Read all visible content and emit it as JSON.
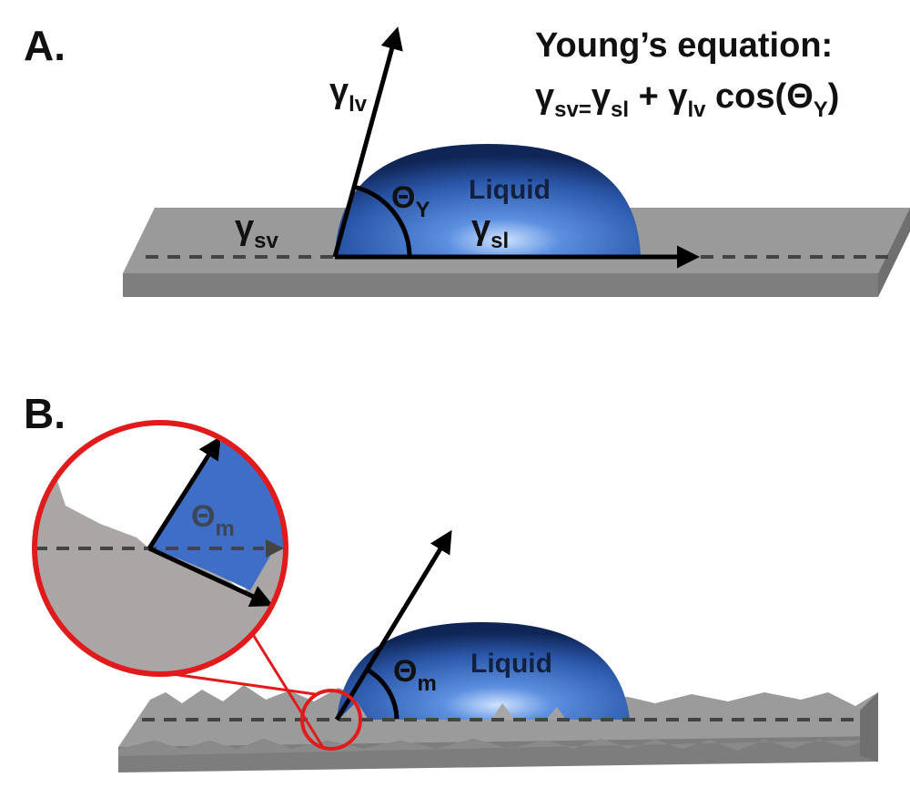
{
  "panel_a": {
    "label": "A.",
    "title": "Young’s equation:",
    "equation": {
      "g1": "γ",
      "s1": "sv",
      "eq": "=",
      "g2": "γ",
      "s2": "sl",
      "plus": " + ",
      "g3": "γ",
      "s3": "lv",
      "cos": " cos(",
      "theta": "Θ",
      "s4": "Y",
      "close": ")"
    },
    "gamma_lv": {
      "sym": "γ",
      "sub": "lv"
    },
    "gamma_sv": {
      "sym": "γ",
      "sub": "sv"
    },
    "gamma_sl": {
      "sym": "γ",
      "sub": "sl"
    },
    "theta": {
      "sym": "Θ",
      "sub": "Y"
    },
    "liquid_label": "Liquid"
  },
  "panel_b": {
    "label": "B.",
    "theta_inset": {
      "sym": "Θ",
      "sub": "m"
    },
    "theta_main": {
      "sym": "Θ",
      "sub": "m"
    },
    "liquid_label": "Liquid"
  },
  "colors": {
    "slab_top": "#9a9a9a",
    "slab_front": "#7f7f7f",
    "droplet": "#2f5fb5",
    "inset_ring": "#e11b1b",
    "inset_fill": "#a9a6a6",
    "dash": "#444444"
  }
}
